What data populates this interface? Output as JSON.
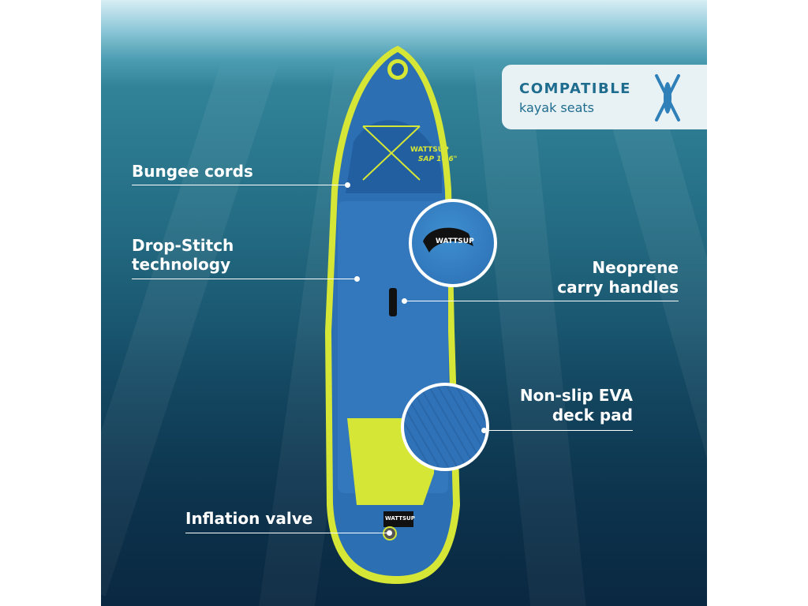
{
  "brand": "WATTSUP",
  "board_model": "SAP 10'6\"",
  "badge": {
    "title": "COMPATIBLE",
    "subtitle": "kayak seats",
    "icon": "kayak-paddle-icon"
  },
  "callouts": {
    "bungee": "Bungee cords",
    "drop_stitch_line1": "Drop-Stitch",
    "drop_stitch_line2": "technology",
    "neoprene_line1": "Neoprene",
    "neoprene_line2": "carry handles",
    "eva_line1": "Non-slip EVA",
    "eva_line2": "deck pad",
    "valve": "Inflation valve"
  },
  "colors": {
    "board_blue": "#2c6fb3",
    "board_yellow": "#d6e636",
    "accent_teal": "#1f6d8e"
  }
}
